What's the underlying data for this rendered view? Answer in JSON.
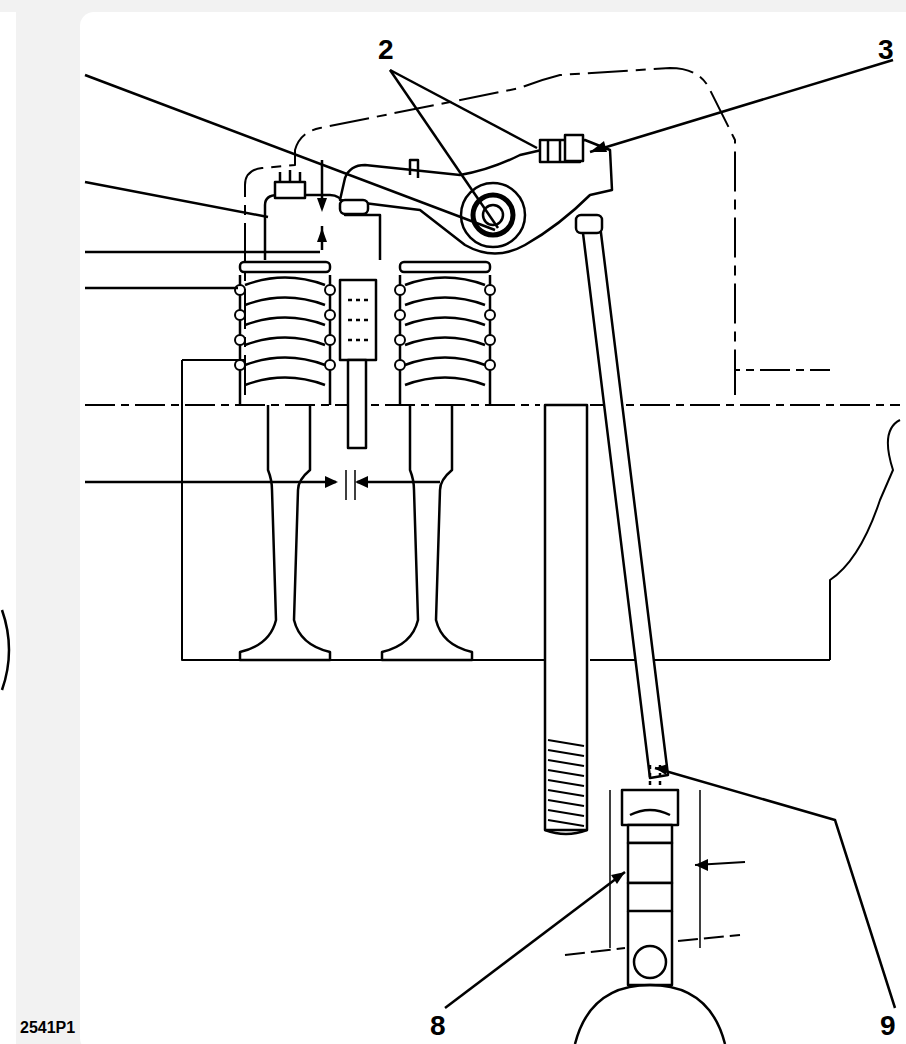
{
  "diagram": {
    "labels": [
      "2",
      "3",
      "8",
      "9",
      "2541P1"
    ]
  }
}
